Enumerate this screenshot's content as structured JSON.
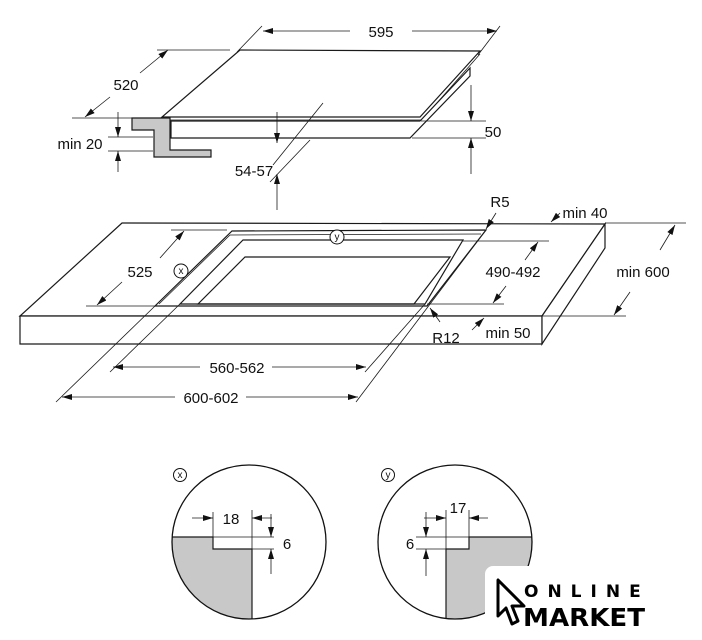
{
  "hob": {
    "width": "595",
    "depth": "520",
    "height": "50",
    "min_worktop_thickness": "min 20",
    "clearance": "54-57"
  },
  "worktop": {
    "corner_radius_top": "R5",
    "min_back_distance": "min 40",
    "cutout_depth": "525",
    "recess_marker_y": "y",
    "recess_marker_x": "x",
    "inner_depth": "490-492",
    "min_worktop_depth": "min 600",
    "corner_radius_bottom": "R12",
    "min_front_distance": "min 50",
    "inner_width": "560-562",
    "outer_width": "600-602"
  },
  "detail_x": {
    "marker": "x",
    "width": "18",
    "depth": "6"
  },
  "detail_y": {
    "marker": "y",
    "width": "17",
    "depth": "6"
  },
  "logo": {
    "line1": "ONLINE",
    "line2": "MARKET",
    "icon": "cursor-icon"
  }
}
